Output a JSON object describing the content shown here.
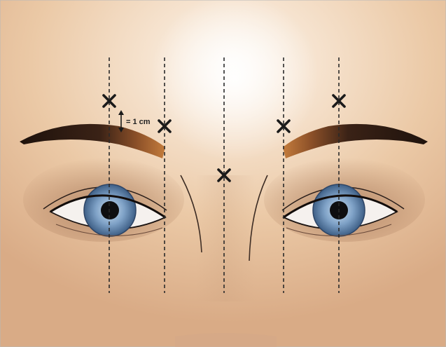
{
  "figure": {
    "measurement_label": "= 1 cm",
    "colors": {
      "skin": "#e9c9a8",
      "skin_highlight": "#fbf3ea",
      "skin_shadow": "#c99f7f",
      "brow": "#2b1a12",
      "brow_tint": "#b86d35",
      "iris": "#7fa2c7",
      "iris_dark": "#3e5f86",
      "pupil": "#0e0e10",
      "marker": "#1a1a1a",
      "guide_line": "#2a2a2a"
    },
    "guide_lines_count": 5,
    "markers_count": 5,
    "icons": [
      "cross-marker-icon",
      "double-arrow-icon"
    ]
  }
}
